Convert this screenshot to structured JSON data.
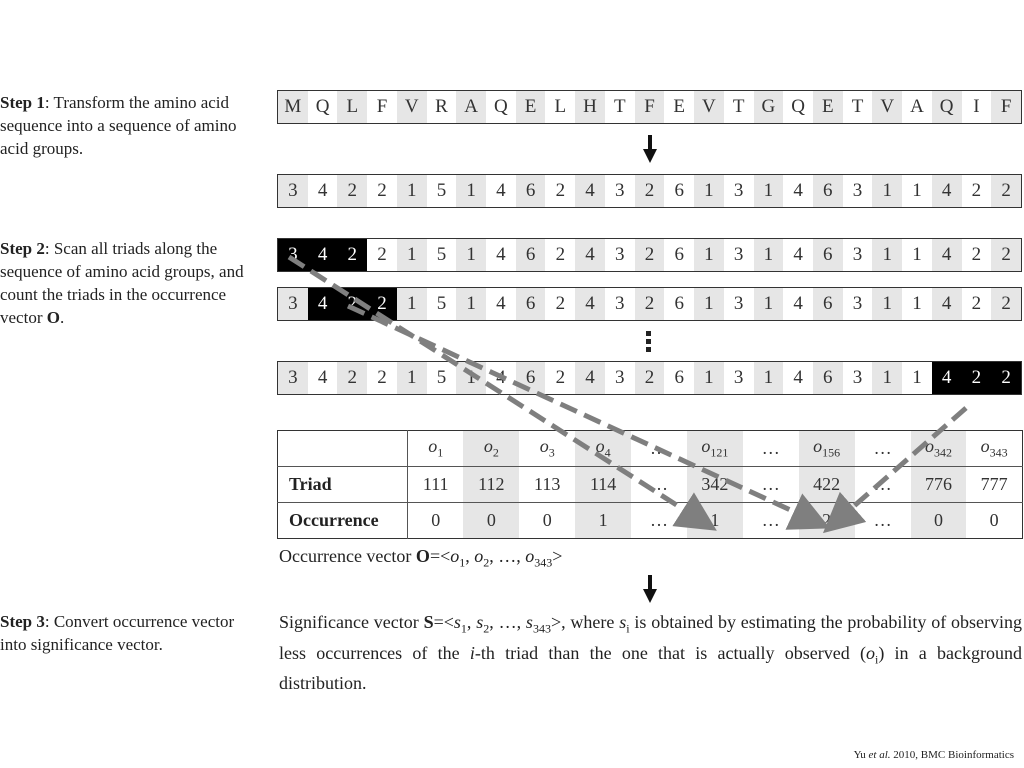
{
  "step1": {
    "label": "Step 1",
    "text": ": Transform the amino acid sequence into a sequence of amino acid groups."
  },
  "step2": {
    "label": "Step 2",
    "text_a": ": Scan all triads along the sequence of amino acid groups, and count the triads in the occurrence vector ",
    "vector": "O",
    "text_b": "."
  },
  "step3": {
    "label": "Step 3",
    "text": ": Convert occurrence vector into significance vector."
  },
  "amino_sequence": [
    "M",
    "Q",
    "L",
    "F",
    "V",
    "R",
    "A",
    "Q",
    "E",
    "L",
    "H",
    "T",
    "F",
    "E",
    "V",
    "T",
    "G",
    "Q",
    "E",
    "T",
    "V",
    "A",
    "Q",
    "I",
    "F"
  ],
  "group_sequence": [
    "3",
    "4",
    "2",
    "2",
    "1",
    "5",
    "1",
    "4",
    "6",
    "2",
    "4",
    "3",
    "2",
    "6",
    "1",
    "3",
    "1",
    "4",
    "6",
    "3",
    "1",
    "1",
    "4",
    "2",
    "2"
  ],
  "scan_highlights": [
    [
      0,
      1,
      2
    ],
    [
      1,
      2,
      3
    ],
    [
      22,
      23,
      24
    ]
  ],
  "vertical_dots": "⋮",
  "table": {
    "headers": [
      {
        "base": "o",
        "sub": "1"
      },
      {
        "base": "o",
        "sub": "2"
      },
      {
        "base": "o",
        "sub": "3"
      },
      {
        "base": "o",
        "sub": "4"
      },
      {
        "base": "…",
        "sub": ""
      },
      {
        "base": "o",
        "sub": "121"
      },
      {
        "base": "…",
        "sub": ""
      },
      {
        "base": "o",
        "sub": "156"
      },
      {
        "base": "…",
        "sub": ""
      },
      {
        "base": "o",
        "sub": "342"
      },
      {
        "base": "o",
        "sub": "343"
      }
    ],
    "triad_label": "Triad",
    "triads": [
      "111",
      "112",
      "113",
      "114",
      "…",
      "342",
      "…",
      "422",
      "…",
      "776",
      "777"
    ],
    "occurrence_label": "Occurrence",
    "occurrences": [
      "0",
      "0",
      "0",
      "1",
      "…",
      "1",
      "…",
      "2",
      "…",
      "0",
      "0"
    ]
  },
  "occurrence_caption": {
    "prefix": "Occurrence vector ",
    "bold": "O",
    "eq": "=<",
    "o1": "o",
    "o1_sub": "1",
    "o2": "o",
    "o2_sub": "2",
    "dots": "…",
    "o343": "o",
    "o343_sub": "343",
    "close": ">"
  },
  "significance": {
    "prefix": "Significance vector ",
    "bold": "S",
    "eq": "=<",
    "s": "s",
    "s1_sub": "1",
    "s2_sub": "2",
    "dots": "…",
    "s343_sub": "343",
    "close": ">",
    "t1": ", where ",
    "si_sub": "i",
    "t2": " is obtained by estimating the probability of observing less occurrences of the ",
    "ith": "i",
    "t3": "-th triad than the one that is actually observed (",
    "oi": "o",
    "oi_sub": "i",
    "t4": ") in a background distribution."
  },
  "credit": {
    "author": "Yu ",
    "etal": "et al.",
    "rest": " 2010, BMC Bioinformatics"
  },
  "colors": {
    "highlight": "#000000",
    "alt_cell": "#e6e6e6",
    "arrow": "#7f7f7f"
  }
}
